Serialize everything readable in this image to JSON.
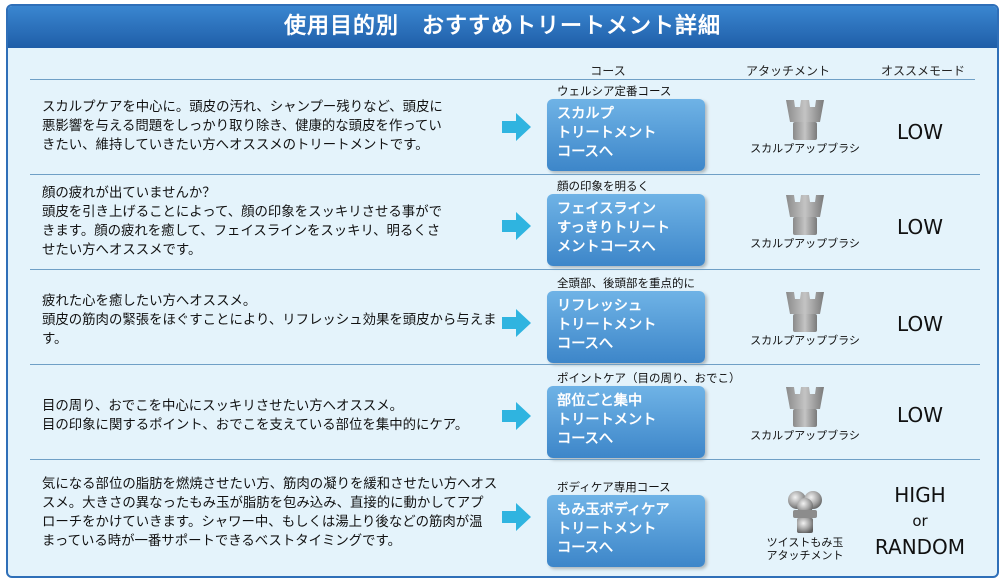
{
  "title": "使用目的別　おすすめトリートメント詳細",
  "columns": {
    "course": "コース",
    "attachment": "アタッチメント",
    "mode": "オススメモード"
  },
  "rows": [
    {
      "description": [
        "スカルプケアを中心に。頭皮の汚れ、シャンプー残りなど、頭皮に",
        "悪影響を与える問題をしっかり取り除き、健康的な頭皮を作ってい",
        "きたい、維持していきたい方へオススメのトリートメントです。"
      ],
      "course_sub": "ウェルシア定番コース",
      "course": [
        "スカルプ",
        "トリートメント",
        "コースへ"
      ],
      "attachment": [
        "スカルプアップブラシ"
      ],
      "attachment_icon": "scalp-brush-icon",
      "mode": [
        "LOW"
      ]
    },
    {
      "description": [
        "顔の疲れが出ていませんか？",
        "頭皮を引き上げることによって、顔の印象をスッキリさせる事がで",
        "きます。顔の疲れを癒して、フェイスラインをスッキリ、明るくさ",
        "せたい方へオススメです。"
      ],
      "course_sub": "顔の印象を明るく",
      "course": [
        "フェイスライン",
        "すっきりトリート",
        "メントコースへ"
      ],
      "attachment": [
        "スカルプアップブラシ"
      ],
      "attachment_icon": "scalp-brush-icon",
      "mode": [
        "LOW"
      ]
    },
    {
      "description": [
        "疲れた心を癒したい方へオススメ。",
        "頭皮の筋肉の緊張をほぐすことにより、リフレッシュ効果を頭皮から与えま",
        "す。"
      ],
      "course_sub": "全頭部、後頭部を重点的に",
      "course": [
        "リフレッシュ",
        "トリートメント",
        "コースへ"
      ],
      "attachment": [
        "スカルプアップブラシ"
      ],
      "attachment_icon": "scalp-brush-icon",
      "mode": [
        "LOW"
      ]
    },
    {
      "description": [
        "目の周り、おでこを中心にスッキリさせたい方へオススメ。",
        "目の印象に関するポイント、おでこを支えている部位を集中的にケア。"
      ],
      "course_sub": "ポイントケア（目の周り、おでこ）",
      "course": [
        "部位ごと集中",
        "トリートメント",
        "コースへ"
      ],
      "attachment": [
        "スカルプアップブラシ"
      ],
      "attachment_icon": "scalp-brush-icon",
      "mode": [
        "LOW"
      ]
    },
    {
      "description": [
        "気になる部位の脂肪を燃焼させたい方、筋肉の凝りを緩和させたい方へオス",
        "スメ。大きさの異なったもみ玉が脂肪を包み込み、直接的に動かしてアプ",
        "ローチをかけていきます。シャワー中、もしくは湯上り後などの筋肉が温",
        "まっている時が一番サポートできるベストタイミングです。"
      ],
      "course_sub": "ボディケア専用コース",
      "course": [
        "もみ玉ボディケア",
        "トリートメント",
        "コースへ"
      ],
      "attachment": [
        "ツイストもみ玉",
        "アタッチメント"
      ],
      "attachment_icon": "twist-massage-ball-icon",
      "mode": [
        "HIGH",
        "or",
        "RANDOM"
      ]
    }
  ]
}
